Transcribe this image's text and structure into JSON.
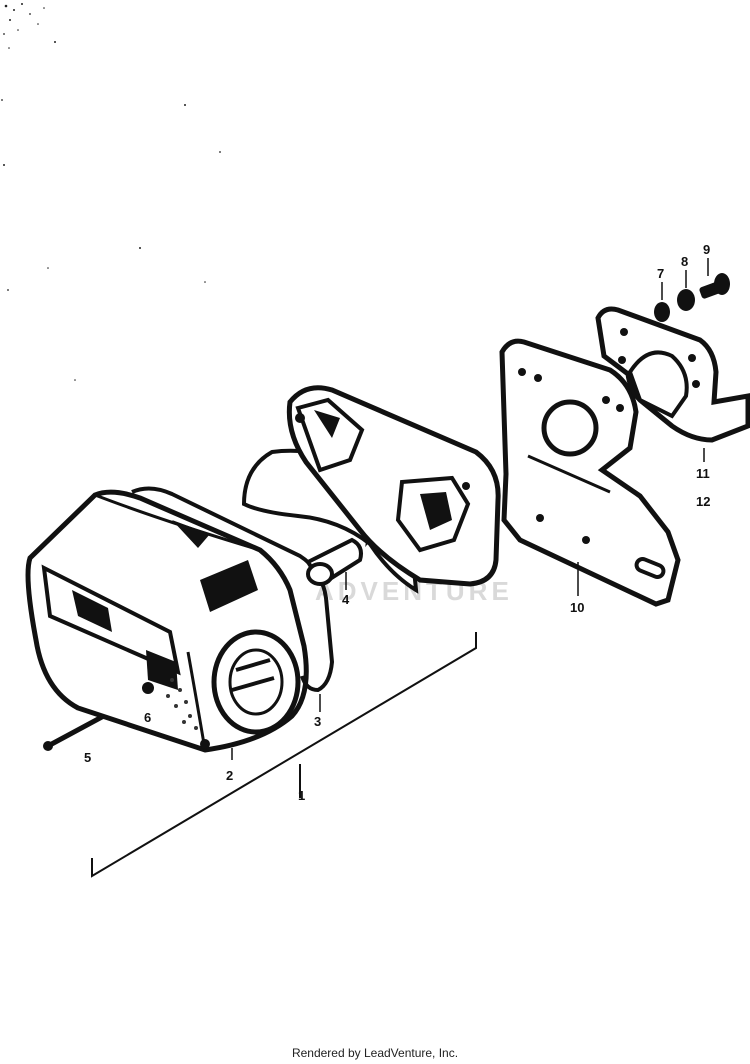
{
  "diagram": {
    "watermark": "ADVENTURE",
    "labels": {
      "p1": "1",
      "p2": "2",
      "p3": "3",
      "p4": "4",
      "p5": "5",
      "p6": "6",
      "p7": "7",
      "p8": "8",
      "p9": "9",
      "p10": "10",
      "p11": "11",
      "p12": "12"
    }
  },
  "footer": {
    "text": "Rendered by LeadVenture, Inc."
  }
}
